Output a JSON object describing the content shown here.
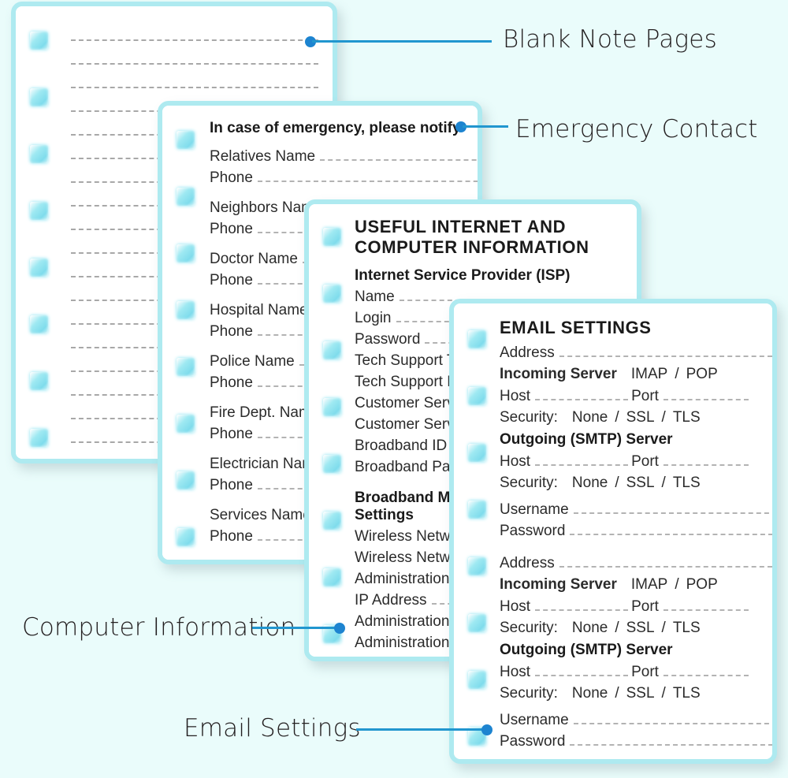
{
  "page": {
    "background_color": "#eafcfb",
    "card_border_color": "#aeeaf0",
    "accent_color": "#1d84d0"
  },
  "callouts": [
    {
      "id": "blank-note-pages",
      "label": "Blank Note Pages"
    },
    {
      "id": "emergency-contact",
      "label": "Emergency Contact"
    },
    {
      "id": "computer-information",
      "label": "Computer Information"
    },
    {
      "id": "email-settings",
      "label": "Email Settings"
    }
  ],
  "cards": {
    "blank_notes": {
      "name": "Blank Note Pages",
      "lines_count": 18
    },
    "emergency": {
      "title": "In case of emergency, please notify",
      "groups": [
        {
          "name_label": "Relatives  Name",
          "phone_label": "Phone"
        },
        {
          "name_label": "Neighbors  Name",
          "phone_label": "Phone"
        },
        {
          "name_label": "Doctor  Name",
          "phone_label": "Phone"
        },
        {
          "name_label": "Hospital  Name",
          "phone_label": "Phone"
        },
        {
          "name_label": "Police  Name",
          "phone_label": "Phone"
        },
        {
          "name_label": "Fire Dept.  Name",
          "phone_label": "Phone"
        },
        {
          "name_label": "Electrician  Name",
          "phone_label": "Phone"
        },
        {
          "name_label": "Services  Name",
          "phone_label": "Phone"
        }
      ]
    },
    "computer": {
      "title_line1": "USEFUL  INTERNET  AND",
      "title_line2": "COMPUTER  INFORMATION",
      "isp_heading": "Internet  Service  Provider (ISP)",
      "isp_fields": [
        "Name",
        "Login",
        "Password",
        "Tech Support Tel",
        "Tech Support Email",
        "Customer Service Tel",
        "Customer Service Email",
        "Broadband ID",
        "Broadband Password"
      ],
      "modem_heading_line1": "Broadband  Modem",
      "modem_heading_line2": "Settings",
      "modem_fields": [
        "Wireless Network Name",
        "Wireless Network Key",
        "Administration URL",
        "IP Address",
        "Administration Login",
        "Administration Password"
      ]
    },
    "email": {
      "title": "EMAIL  SETTINGS",
      "accounts": [
        {
          "address_label": "Address",
          "incoming_label": "Incoming Server",
          "incoming_options": [
            "IMAP",
            "POP"
          ],
          "host_label": "Host",
          "port_label": "Port",
          "security_label": "Security:",
          "security_options": [
            "None",
            "SSL",
            "TLS"
          ],
          "outgoing_label": "Outgoing (SMTP) Server",
          "username_label": "Username",
          "password_label": "Password"
        },
        {
          "address_label": "Address",
          "incoming_label": "Incoming Server",
          "incoming_options": [
            "IMAP",
            "POP"
          ],
          "host_label": "Host",
          "port_label": "Port",
          "security_label": "Security:",
          "security_options": [
            "None",
            "SSL",
            "TLS"
          ],
          "outgoing_label": "Outgoing (SMTP) Server",
          "username_label": "Username",
          "password_label": "Password"
        }
      ],
      "option_separator": "/"
    }
  }
}
